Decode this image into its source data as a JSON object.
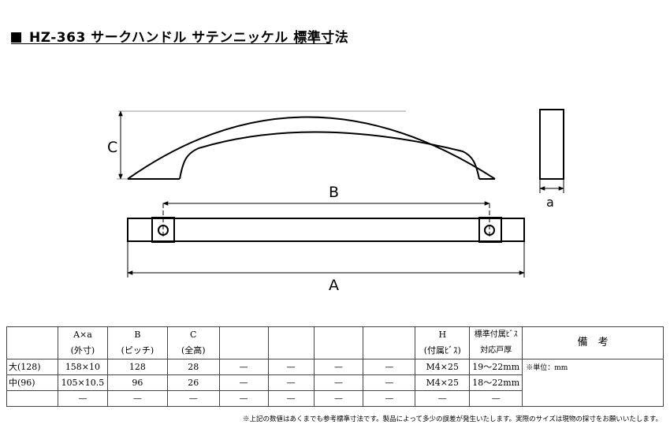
{
  "title": "HZ-363 サークハンドル サテンニッケル 標準寸法",
  "diagram": {
    "label_c": "C",
    "label_b": "B",
    "label_a_big": "A",
    "label_a_small": "a"
  },
  "table": {
    "headers_top": [
      "",
      "A×a",
      "B",
      "C",
      "",
      "",
      "",
      "",
      "H",
      "標準付属ﾋﾞｽ",
      "備　考"
    ],
    "headers_bottom": [
      "",
      "(外寸)",
      "(ピッチ)",
      "(全高)",
      "",
      "",
      "",
      "",
      "(付属ﾋﾞｽ)",
      "対応戸厚"
    ],
    "rows": [
      [
        "大(128)",
        "158×10",
        "128",
        "28",
        "—",
        "—",
        "—",
        "—",
        "M4×25",
        "19〜22mm"
      ],
      [
        "中(96)",
        "105×10.5",
        "96",
        "26",
        "—",
        "—",
        "—",
        "—",
        "M4×25",
        "18〜22mm"
      ],
      [
        "",
        "—",
        "—",
        "—",
        "—",
        "—",
        "—",
        "—",
        "—",
        "—"
      ]
    ],
    "remark": "※単位：mm"
  },
  "footnote": "※上記の数値はあくまでも参考標準寸法です。製品によって多少の誤差が発生いたします。実際のサイズは現物の採寸をお願いいたします。"
}
